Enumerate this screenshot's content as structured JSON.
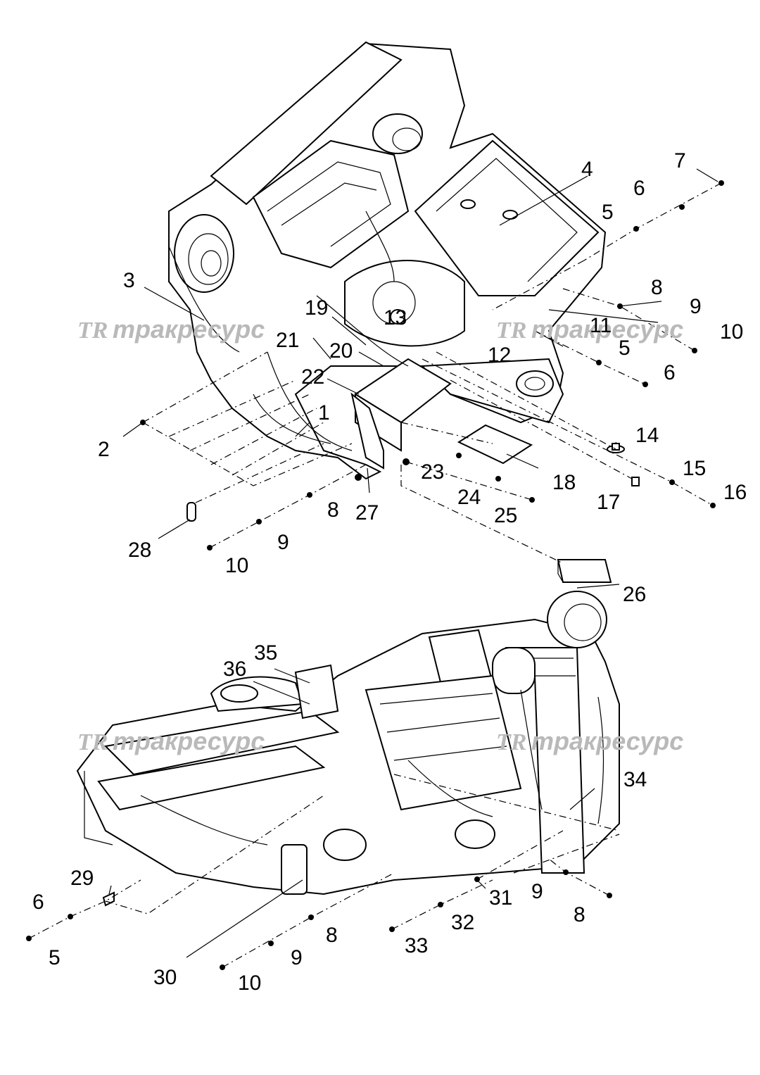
{
  "watermark": {
    "logo": "TR",
    "text": "тракресурс"
  },
  "callouts": {
    "c1": "1",
    "c2": "2",
    "c3": "3",
    "c4": "4",
    "c5a": "5",
    "c5b": "5",
    "c5c": "5",
    "c6a": "6",
    "c6b": "6",
    "c6c": "6",
    "c7": "7",
    "c8a": "8",
    "c8b": "8",
    "c8c": "8",
    "c8d": "8",
    "c9a": "9",
    "c9b": "9",
    "c9c": "9",
    "c9d": "9",
    "c10a": "10",
    "c10b": "10",
    "c10c": "10",
    "c11": "11",
    "c12": "12",
    "c13": "13",
    "c14": "14",
    "c15": "15",
    "c16": "16",
    "c17": "17",
    "c18": "18",
    "c19": "19",
    "c20": "20",
    "c21": "21",
    "c22": "22",
    "c23": "23",
    "c24": "24",
    "c25": "25",
    "c26": "26",
    "c27": "27",
    "c28": "28",
    "c29": "29",
    "c30": "30",
    "c31": "31",
    "c32": "32",
    "c33": "33",
    "c34": "34",
    "c35": "35",
    "c36": "36"
  },
  "colors": {
    "line": "#000000",
    "watermark": "#b9b9b9",
    "background": "#ffffff"
  }
}
